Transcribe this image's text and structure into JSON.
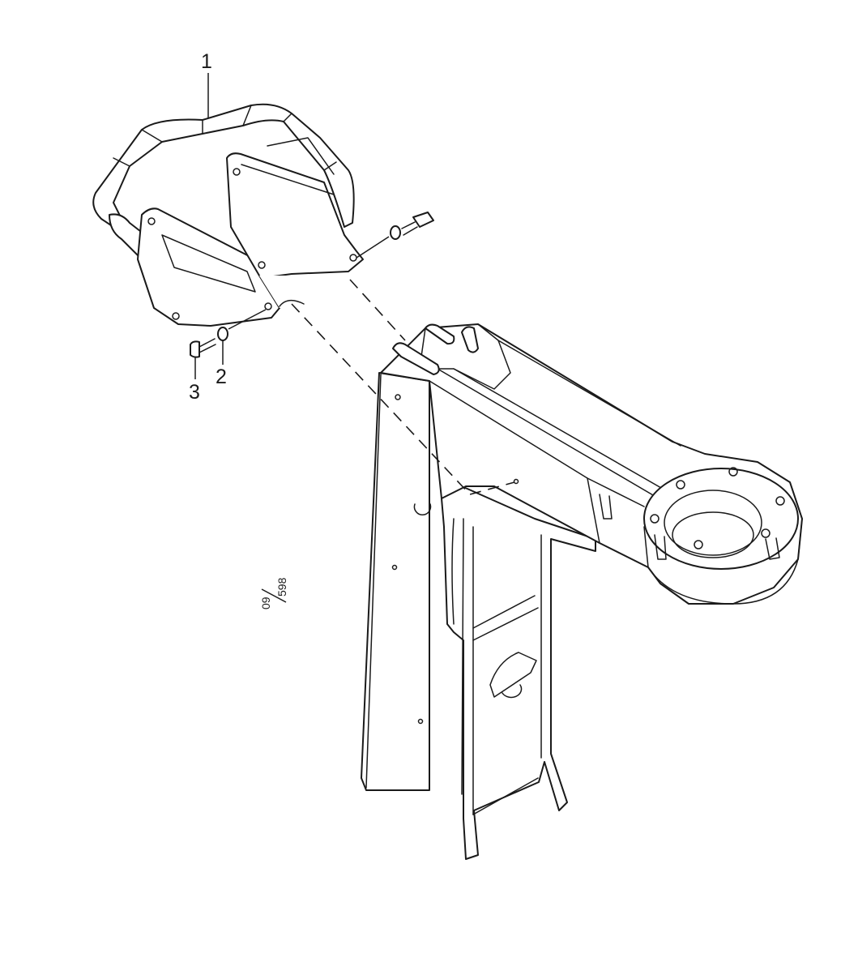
{
  "diagram": {
    "callouts": [
      {
        "id": "1",
        "part": "handle-guard-assembly"
      },
      {
        "id": "2",
        "part": "washer"
      },
      {
        "id": "3",
        "part": "bolt"
      }
    ],
    "reference_code": "09/598",
    "ref_numerator": "09",
    "ref_denominator": "598",
    "line_color": "#1a1a1a",
    "background_color": "#ffffff"
  }
}
